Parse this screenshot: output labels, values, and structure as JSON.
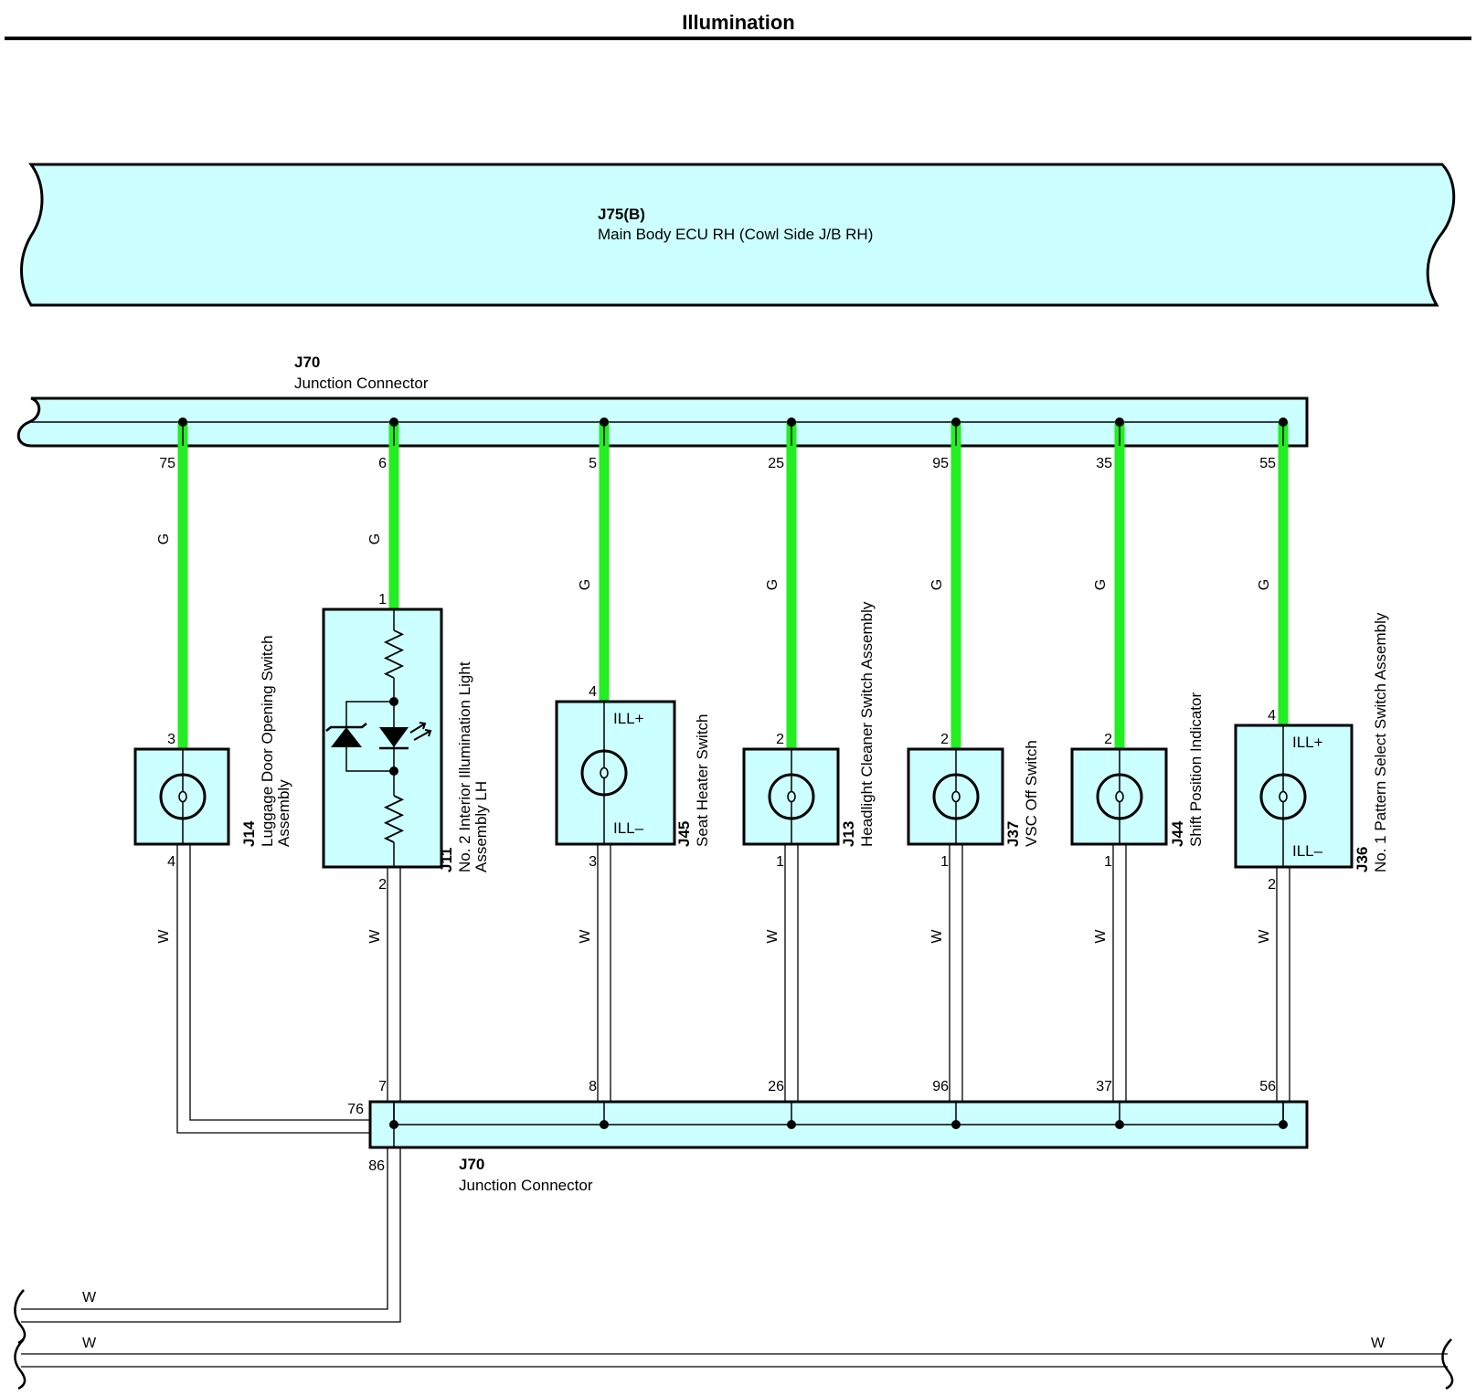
{
  "title": "Illumination",
  "ecu": {
    "code": "J75(B)",
    "name": "Main Body ECU RH (Cowl Side J/B RH)"
  },
  "top_connector": {
    "code": "J70",
    "name": "Junction Connector"
  },
  "bottom_connector": {
    "code": "J70",
    "name": "Junction Connector",
    "extra_pins": [
      "76",
      "86"
    ]
  },
  "components": [
    {
      "code": "J14",
      "name": "Luggage Door Opening Switch",
      "name2": "Assembly",
      "top_pin": "75",
      "in_pin": "3",
      "out_pin": "4",
      "bottom_pin": "",
      "wire_in": "G",
      "wire_out": "W",
      "ill_plus": "",
      "ill_minus": ""
    },
    {
      "code": "J11",
      "name": "No. 2 Interior Illumination Light",
      "name2": "Assembly LH",
      "top_pin": "6",
      "in_pin": "1",
      "out_pin": "2",
      "bottom_pin": "7",
      "wire_in": "G",
      "wire_out": "W",
      "ill_plus": "",
      "ill_minus": ""
    },
    {
      "code": "J45",
      "name": "Seat Heater Switch",
      "name2": "",
      "top_pin": "5",
      "in_pin": "4",
      "out_pin": "3",
      "bottom_pin": "8",
      "wire_in": "G",
      "wire_out": "W",
      "ill_plus": "ILL+",
      "ill_minus": "ILL–"
    },
    {
      "code": "J13",
      "name": "Headlight Cleaner Switch Assembly",
      "name2": "",
      "top_pin": "25",
      "in_pin": "2",
      "out_pin": "1",
      "bottom_pin": "26",
      "wire_in": "G",
      "wire_out": "W",
      "ill_plus": "",
      "ill_minus": ""
    },
    {
      "code": "J37",
      "name": "VSC Off Switch",
      "name2": "",
      "top_pin": "95",
      "in_pin": "2",
      "out_pin": "1",
      "bottom_pin": "96",
      "wire_in": "G",
      "wire_out": "W",
      "ill_plus": "",
      "ill_minus": ""
    },
    {
      "code": "J44",
      "name": "Shift Position Indicator",
      "name2": "",
      "top_pin": "35",
      "in_pin": "2",
      "out_pin": "1",
      "bottom_pin": "37",
      "wire_in": "G",
      "wire_out": "W",
      "ill_plus": "",
      "ill_minus": ""
    },
    {
      "code": "J36",
      "name": "No. 1 Pattern Select Switch Assembly",
      "name2": "",
      "top_pin": "55",
      "in_pin": "4",
      "out_pin": "2",
      "bottom_pin": "56",
      "wire_in": "G",
      "wire_out": "W",
      "ill_plus": "ILL+",
      "ill_minus": "ILL–"
    }
  ],
  "bottom_wires": [
    {
      "label": "W"
    },
    {
      "label": "W"
    },
    {
      "label": "W"
    }
  ],
  "colors": {
    "box_fill": "#ccffff",
    "wire_green": "#22ee22",
    "line": "#000000",
    "led": "#000000"
  }
}
